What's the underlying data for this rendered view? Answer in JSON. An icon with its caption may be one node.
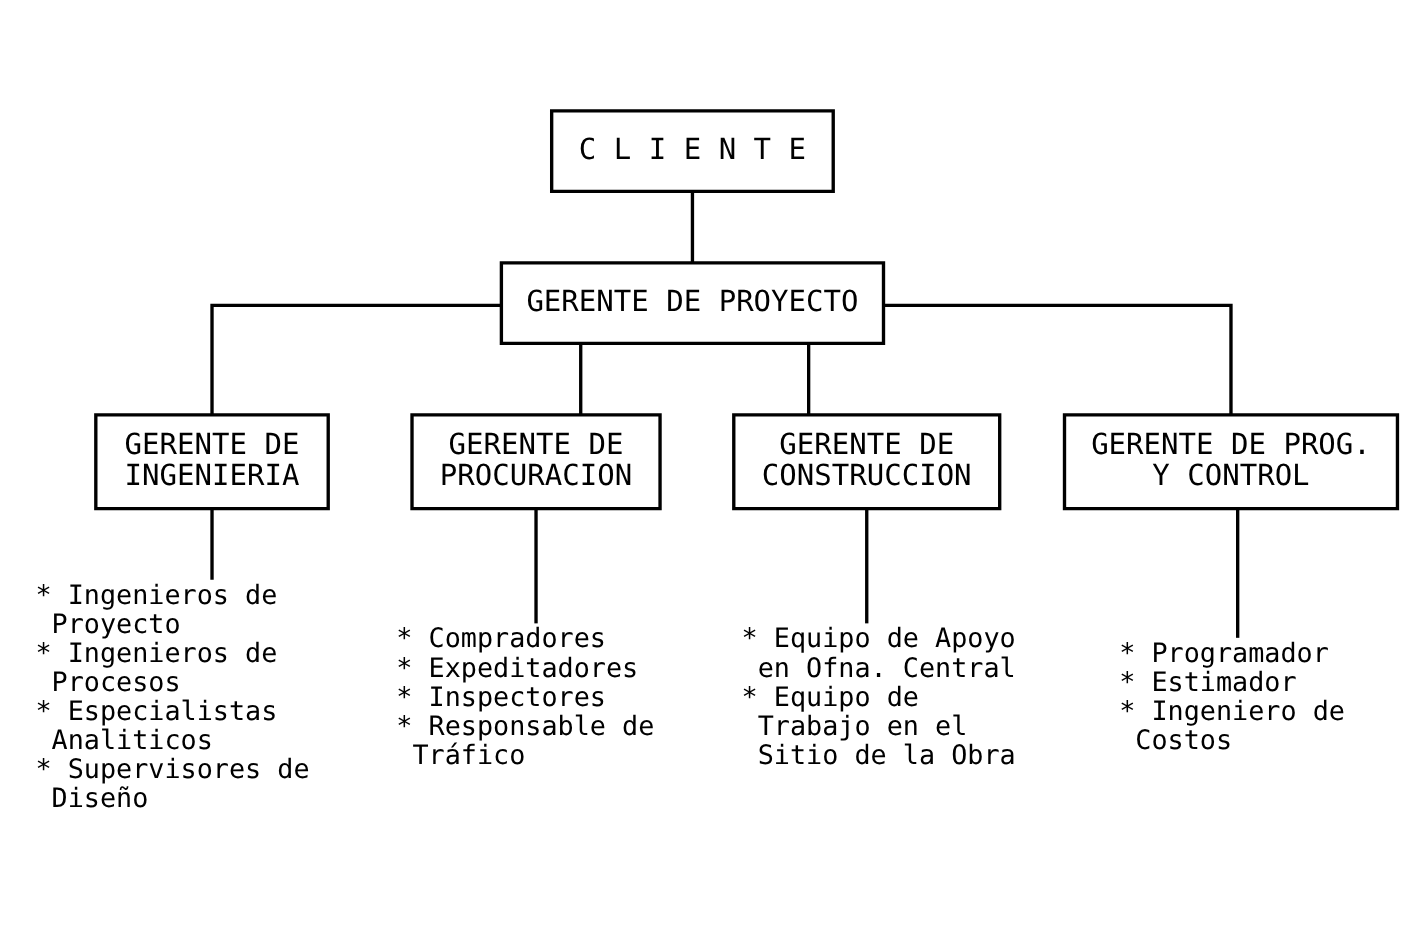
{
  "diagram": {
    "nodes": [
      {
        "text": [
          "C L I E N T E"
        ]
      },
      {
        "text": [
          "GERENTE DE PROYECTO"
        ]
      },
      {
        "text": [
          "GERENTE DE INGENIERIA"
        ]
      },
      {
        "text": [
          "GERENTE DE PROCURACION"
        ]
      },
      {
        "text": [
          "GERENTE DE CONSTRUCCION"
        ]
      },
      {
        "text": [
          "GERENTE DE PROG. Y CONTROL"
        ]
      },
      {
        "text": [
          "* Ingenieros de Proyecto",
          "* Ingenieros de Procesos",
          "* Especialistas Analiticos",
          "* Supervisores de Diseño"
        ]
      },
      {
        "text": [
          "* Compradores",
          "* Expeditadores",
          "* Inspectores",
          "* Responsable de Tráfico"
        ]
      },
      {
        "text": [
          "* Equipo de Apoyo en Ofna. Central",
          "* Equipo de Trabajo en el Sitio de la Obra"
        ]
      },
      {
        "text": [
          "* Programador",
          "* Estimador",
          "* Ingeniero de Costos"
        ]
      }
    ],
    "edges": [
      {
        "from": 0,
        "to": 1,
        "arrow": "none"
      },
      {
        "from": 1,
        "to": 2,
        "arrow": "none"
      },
      {
        "from": 1,
        "to": 3,
        "arrow": "none"
      },
      {
        "from": 1,
        "to": 4,
        "arrow": "none"
      },
      {
        "from": 1,
        "to": 5,
        "arrow": "none"
      },
      {
        "from": 2,
        "to": 6,
        "arrow": "none"
      },
      {
        "from": 3,
        "to": 7,
        "arrow": "none"
      },
      {
        "from": 4,
        "to": 8,
        "arrow": "none"
      },
      {
        "from": 5,
        "to": 9,
        "arrow": "none"
      }
    ]
  }
}
